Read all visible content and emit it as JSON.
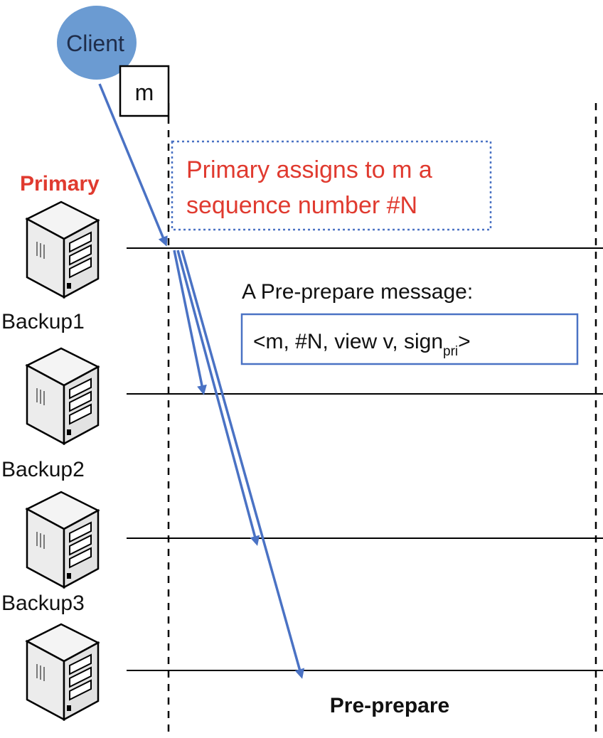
{
  "client": {
    "label": "Client"
  },
  "message": {
    "label": "m"
  },
  "primary": {
    "label": "Primary"
  },
  "backups": [
    {
      "label": "Backup1"
    },
    {
      "label": "Backup2"
    },
    {
      "label": "Backup3"
    }
  ],
  "note": {
    "line1": "Primary assigns to m a",
    "line2": "sequence number #N"
  },
  "preprepare": {
    "caption": "A Pre-prepare message:",
    "content": "<m, #N, view v, sign",
    "subscript": "pri",
    "close": ">"
  },
  "phase": {
    "label": "Pre-prepare"
  },
  "colors": {
    "client_fill": "#6b9bd2",
    "arrow": "#4a72c4",
    "note_border": "#4a72c4",
    "note_text": "#e03a2f",
    "primary_label": "#e03a2f"
  }
}
